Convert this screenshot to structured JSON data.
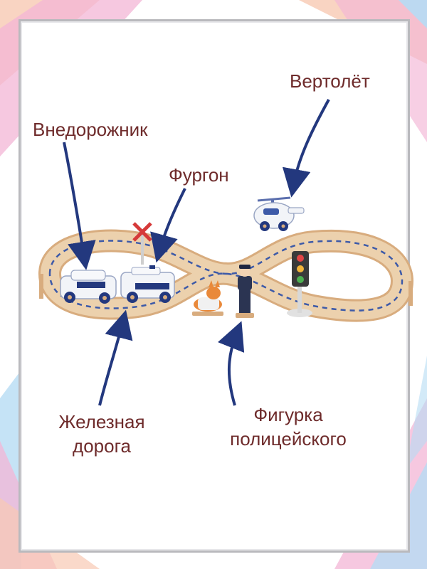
{
  "colors": {
    "label_text": "#6e2b2b",
    "arrow": "#23387e",
    "frame_border": "#b9b9bd",
    "track_wood": "#e9c9a3",
    "track_groove": "#c99a70",
    "track_dash": "#3d5aa8",
    "bg_pink": "#f3b6d6",
    "bg_blue": "#b6dcf4",
    "bg_peach": "#f8c9b3"
  },
  "labels": {
    "helicopter": "Вертолёт",
    "suv": "Внедорожник",
    "van": "Фургон",
    "railway_line1": "Железная",
    "railway_line2": "дорога",
    "police_line1": "Фигурка",
    "police_line2": "полицейского"
  },
  "icons": [
    "helicopter-toy",
    "suv-toy",
    "van-toy",
    "railroad-crossing-sign",
    "traffic-light",
    "corgi-figure",
    "police-officer-figure",
    "arrow"
  ]
}
